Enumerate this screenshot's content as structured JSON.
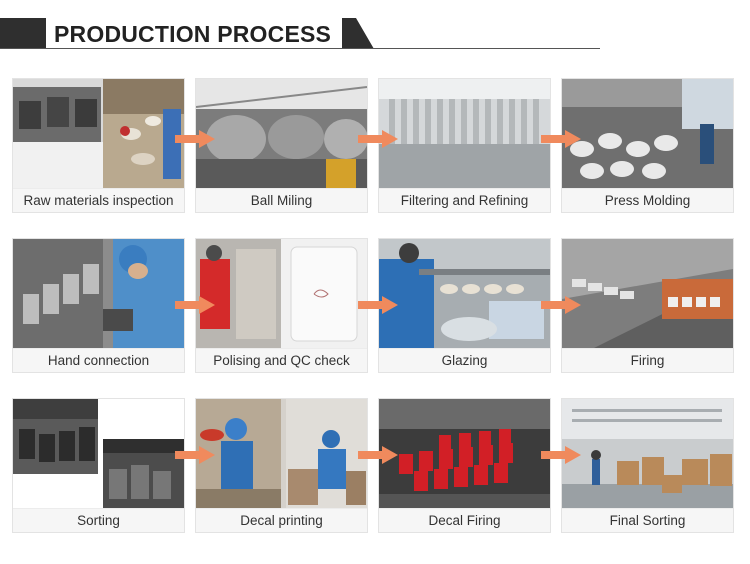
{
  "header": {
    "title": "PRODUCTION PROCESS"
  },
  "steps": [
    {
      "label": "Raw materials inspection"
    },
    {
      "label": "Ball Miling"
    },
    {
      "label": "Filtering and Refining"
    },
    {
      "label": "Press Molding"
    },
    {
      "label": "Hand connection"
    },
    {
      "label": "Polising and QC check"
    },
    {
      "label": "Glazing"
    },
    {
      "label": "Firing"
    },
    {
      "label": "Sorting"
    },
    {
      "label": "Decal printing"
    },
    {
      "label": "Decal Firing"
    },
    {
      "label": "Final Sorting"
    }
  ],
  "colors": {
    "accent_arrow": "#f08a5d",
    "header_block": "#2f2f2f"
  }
}
